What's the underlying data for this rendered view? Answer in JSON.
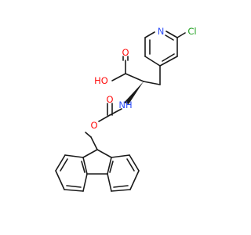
{
  "molecule": {
    "colors": {
      "bond": "#1a1a1a",
      "nitrogen": "#3050f8",
      "oxygen": "#ff0d0d",
      "chlorine": "#1fa01f",
      "carbon": "#1a1a1a"
    },
    "labels": {
      "pyridine_n": "N",
      "chlorine": "Cl",
      "carbonyl_o_acid": "O",
      "hydroxyl": "HO",
      "amide_nh": "NH",
      "carbonyl_o_carbamate": "O",
      "ester_o": "O"
    }
  }
}
